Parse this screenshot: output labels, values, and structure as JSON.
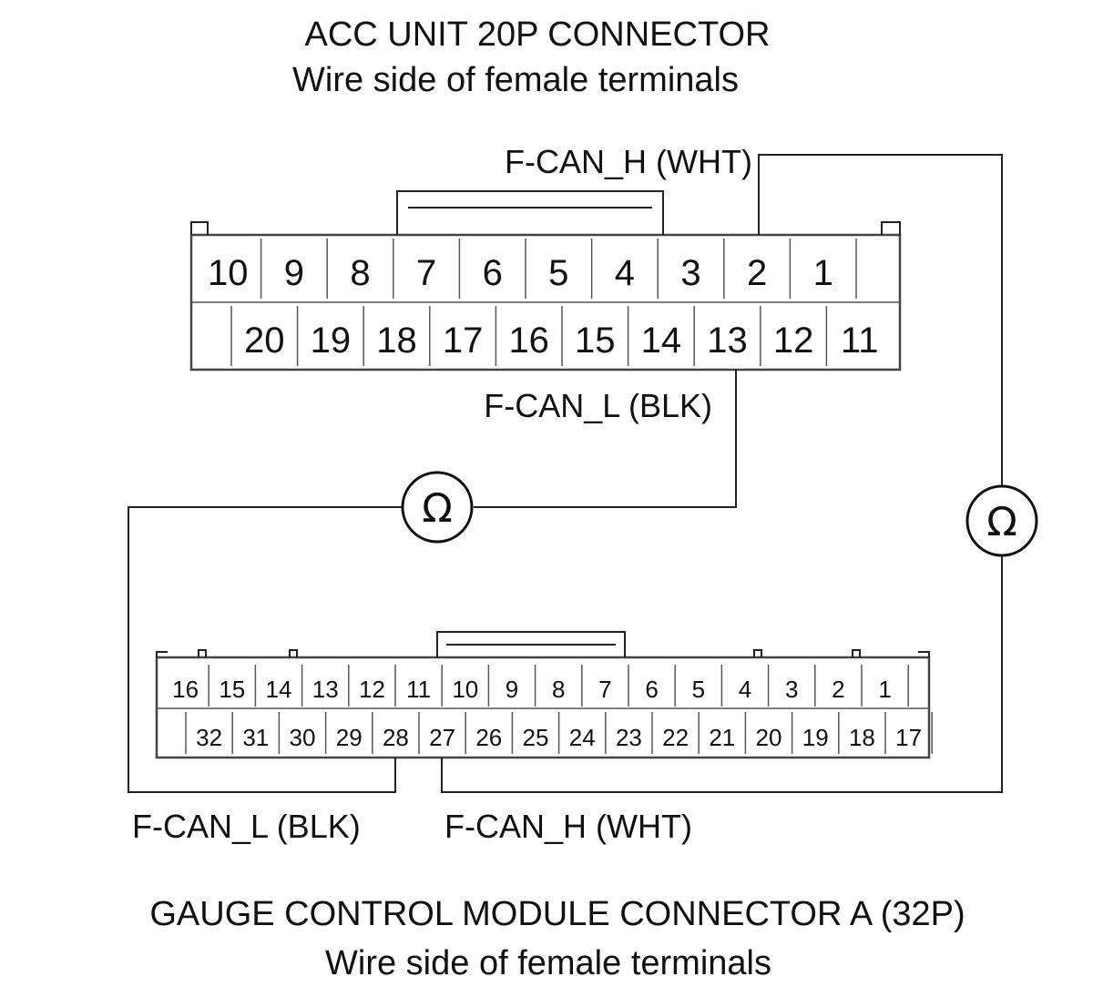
{
  "top_connector": {
    "title": "ACC UNIT 20P CONNECTOR",
    "subtitle": "Wire side of female terminals",
    "row1": [
      "10",
      "9",
      "8",
      "7",
      "6",
      "5",
      "4",
      "3",
      "2",
      "1"
    ],
    "row2": [
      "20",
      "19",
      "18",
      "17",
      "16",
      "15",
      "14",
      "13",
      "12",
      "11"
    ],
    "wire_h_label": "F-CAN_H (WHT)",
    "wire_l_label": "F-CAN_L (BLK)"
  },
  "bottom_connector": {
    "title": "GAUGE CONTROL MODULE CONNECTOR A (32P)",
    "subtitle": "Wire side of female terminals",
    "row1": [
      "16",
      "15",
      "14",
      "13",
      "12",
      "11",
      "10",
      "9",
      "8",
      "7",
      "6",
      "5",
      "4",
      "3",
      "2",
      "1"
    ],
    "row2": [
      "32",
      "31",
      "30",
      "29",
      "28",
      "27",
      "26",
      "25",
      "24",
      "23",
      "22",
      "21",
      "20",
      "19",
      "18",
      "17"
    ],
    "wire_l_label": "F-CAN_L (BLK)",
    "wire_h_label": "F-CAN_H (WHT)"
  },
  "meters": {
    "left_symbol": "Ω",
    "right_symbol": "Ω"
  }
}
